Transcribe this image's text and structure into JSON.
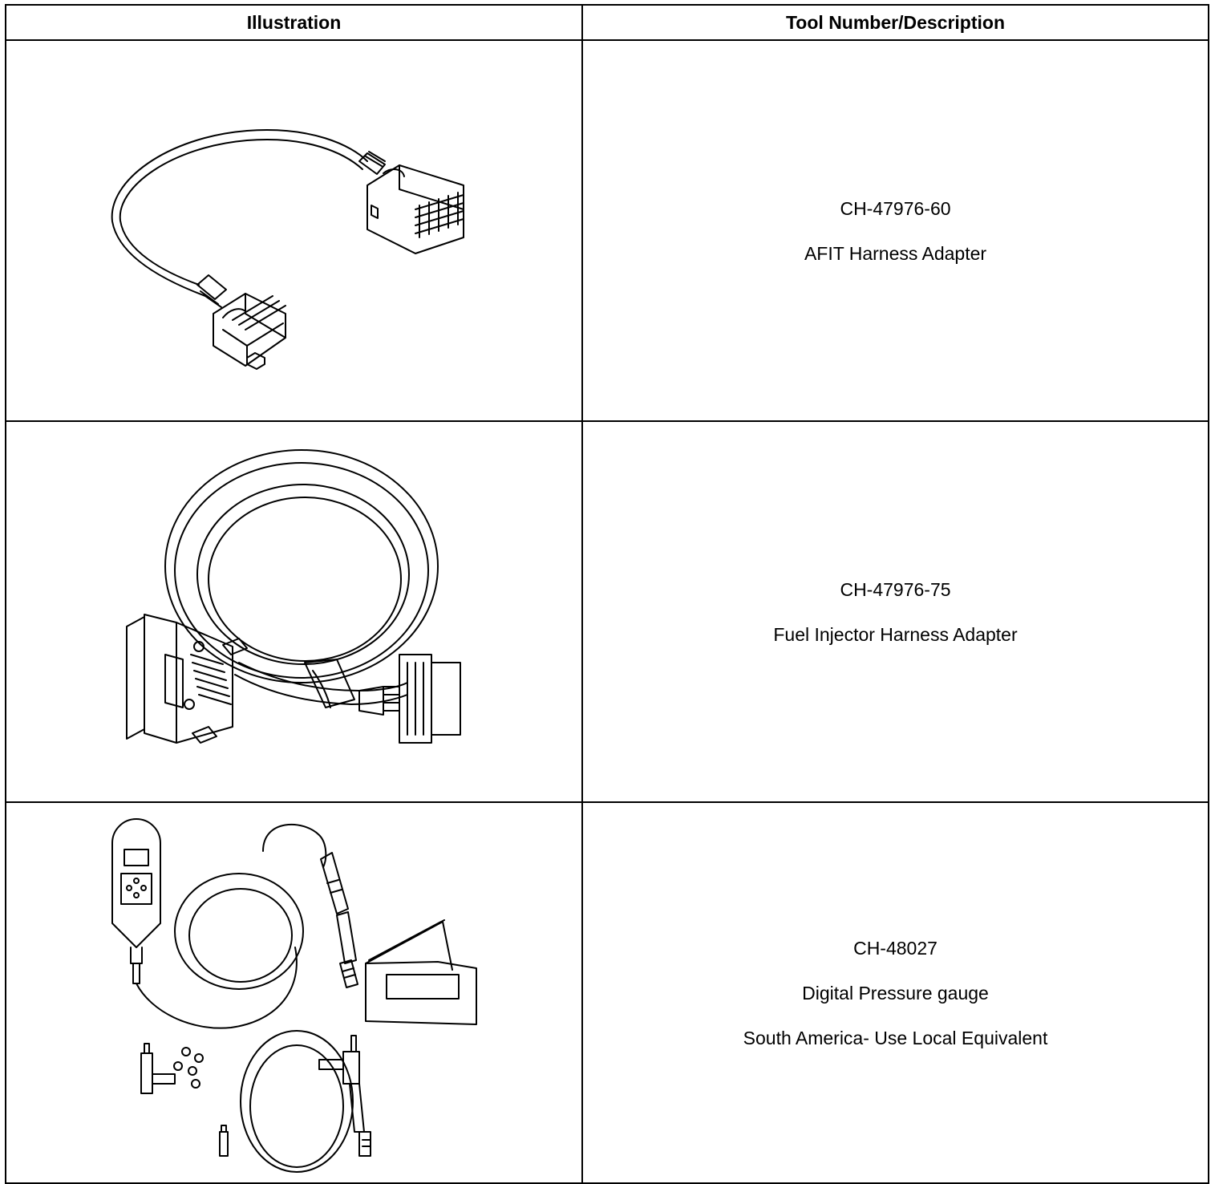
{
  "table": {
    "headers": {
      "illustration": "Illustration",
      "tool": "Tool Number/Description"
    },
    "rows": [
      {
        "tool_number": "CH-47976-60",
        "lines": [
          "AFIT Harness Adapter"
        ],
        "illustration_icon": "afit-harness-adapter-icon"
      },
      {
        "tool_number": "CH-47976-75",
        "lines": [
          "Fuel Injector Harness Adapter"
        ],
        "illustration_icon": "fuel-injector-harness-adapter-icon"
      },
      {
        "tool_number": "CH-48027",
        "lines": [
          "Digital Pressure gauge",
          "South America- Use Local Equivalent"
        ],
        "illustration_icon": "digital-pressure-gauge-icon"
      }
    ]
  }
}
